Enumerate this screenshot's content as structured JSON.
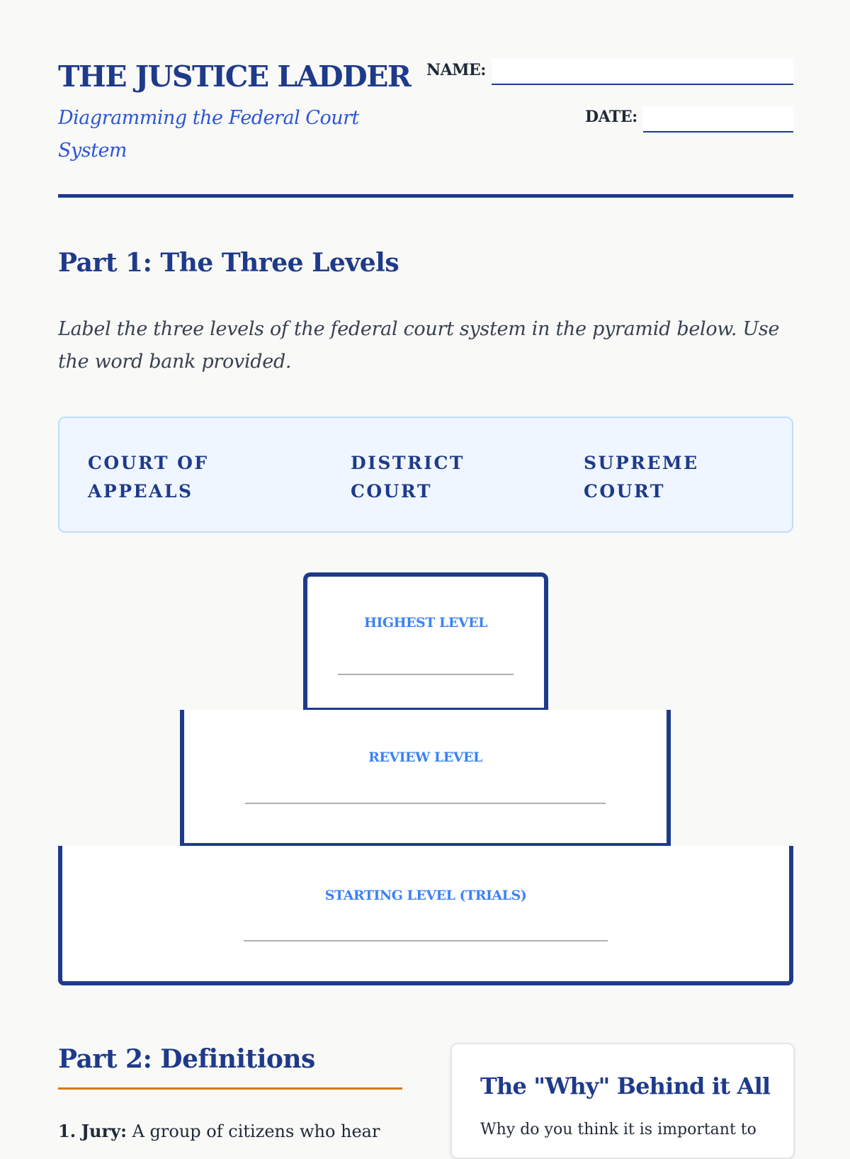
{
  "header": {
    "title": "THE JUSTICE LADDER",
    "subtitle": "Diagramming the Federal Court System",
    "name_label": "NAME:",
    "date_label": "DATE:",
    "name_value": "",
    "date_value": ""
  },
  "part1": {
    "heading": "Part 1: The Three Levels",
    "instructions": "Label the three levels of the federal court system in the pyramid below. Use the word bank provided.",
    "word_bank": [
      "Court of Appeals",
      "District Court",
      "Supreme Court"
    ],
    "pyramid": [
      {
        "label": "HIGHEST LEVEL",
        "answer": ""
      },
      {
        "label": "REVIEW LEVEL",
        "answer": ""
      },
      {
        "label": "STARTING LEVEL (TRIALS)",
        "answer": ""
      }
    ]
  },
  "part2": {
    "heading": "Part 2: Definitions",
    "first_item_number": "1.",
    "first_item_term": "Jury:",
    "first_item_text": " A group of citizens who hear"
  },
  "why_card": {
    "title": "The \"Why\" Behind it All",
    "text": "Why do you think it is important to"
  },
  "colors": {
    "navy": "#1e3a8a",
    "accent_blue": "#3b82f6",
    "orange": "#d97706",
    "bank_bg": "#eff6ff"
  }
}
